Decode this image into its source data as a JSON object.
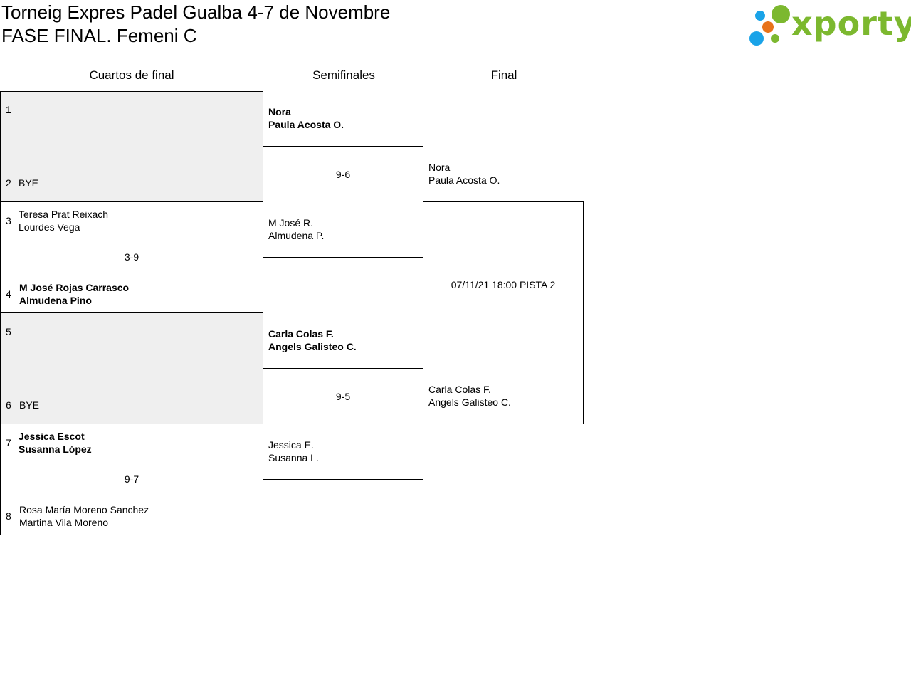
{
  "header": {
    "title": "Torneig Expres Padel Gualba 4-7 de Novembre",
    "subtitle": "FASE FINAL. Femeni C"
  },
  "logo": {
    "text": "xporty",
    "dot_colors": [
      "#1aa3e8",
      "#7cb82f",
      "#e8731a",
      "#1aa3e8",
      "#7cb82f"
    ]
  },
  "rounds": {
    "quarter": "Cuartos de final",
    "semi": "Semifinales",
    "final": "Final"
  },
  "quarterfinals": [
    {
      "seed_a": "1",
      "team_a": [
        "",
        ""
      ],
      "seed_b": "2",
      "team_b": [
        "BYE",
        ""
      ],
      "score": ""
    },
    {
      "seed_a": "3",
      "team_a": [
        "Teresa Prat Reixach",
        "Lourdes Vega"
      ],
      "seed_b": "4",
      "team_b": [
        "M José Rojas Carrasco",
        "Almudena Pino"
      ],
      "score": "3-9"
    },
    {
      "seed_a": "5",
      "team_a": [
        "",
        ""
      ],
      "seed_b": "6",
      "team_b": [
        "BYE",
        ""
      ],
      "score": ""
    },
    {
      "seed_a": "7",
      "team_a": [
        "Jessica Escot",
        "Susanna López"
      ],
      "seed_b": "8",
      "team_b": [
        "Rosa María Moreno Sanchez",
        "Martina Vila Moreno"
      ],
      "score": "9-7"
    }
  ],
  "semifinals": [
    {
      "team_a": [
        "Nora",
        "Paula Acosta O."
      ],
      "team_b": [
        "M José R.",
        "Almudena P."
      ],
      "score": "9-6"
    },
    {
      "team_a": [
        "Carla Colas F.",
        "Angels Galisteo C."
      ],
      "team_b": [
        "Jessica E.",
        "Susanna L."
      ],
      "score": "9-5"
    }
  ],
  "final": {
    "team_a": [
      "Nora",
      "Paula Acosta O."
    ],
    "team_b": [
      "Carla Colas F.",
      "Angels Galisteo C."
    ],
    "schedule": "07/11/21 18:00 PISTA 2"
  }
}
